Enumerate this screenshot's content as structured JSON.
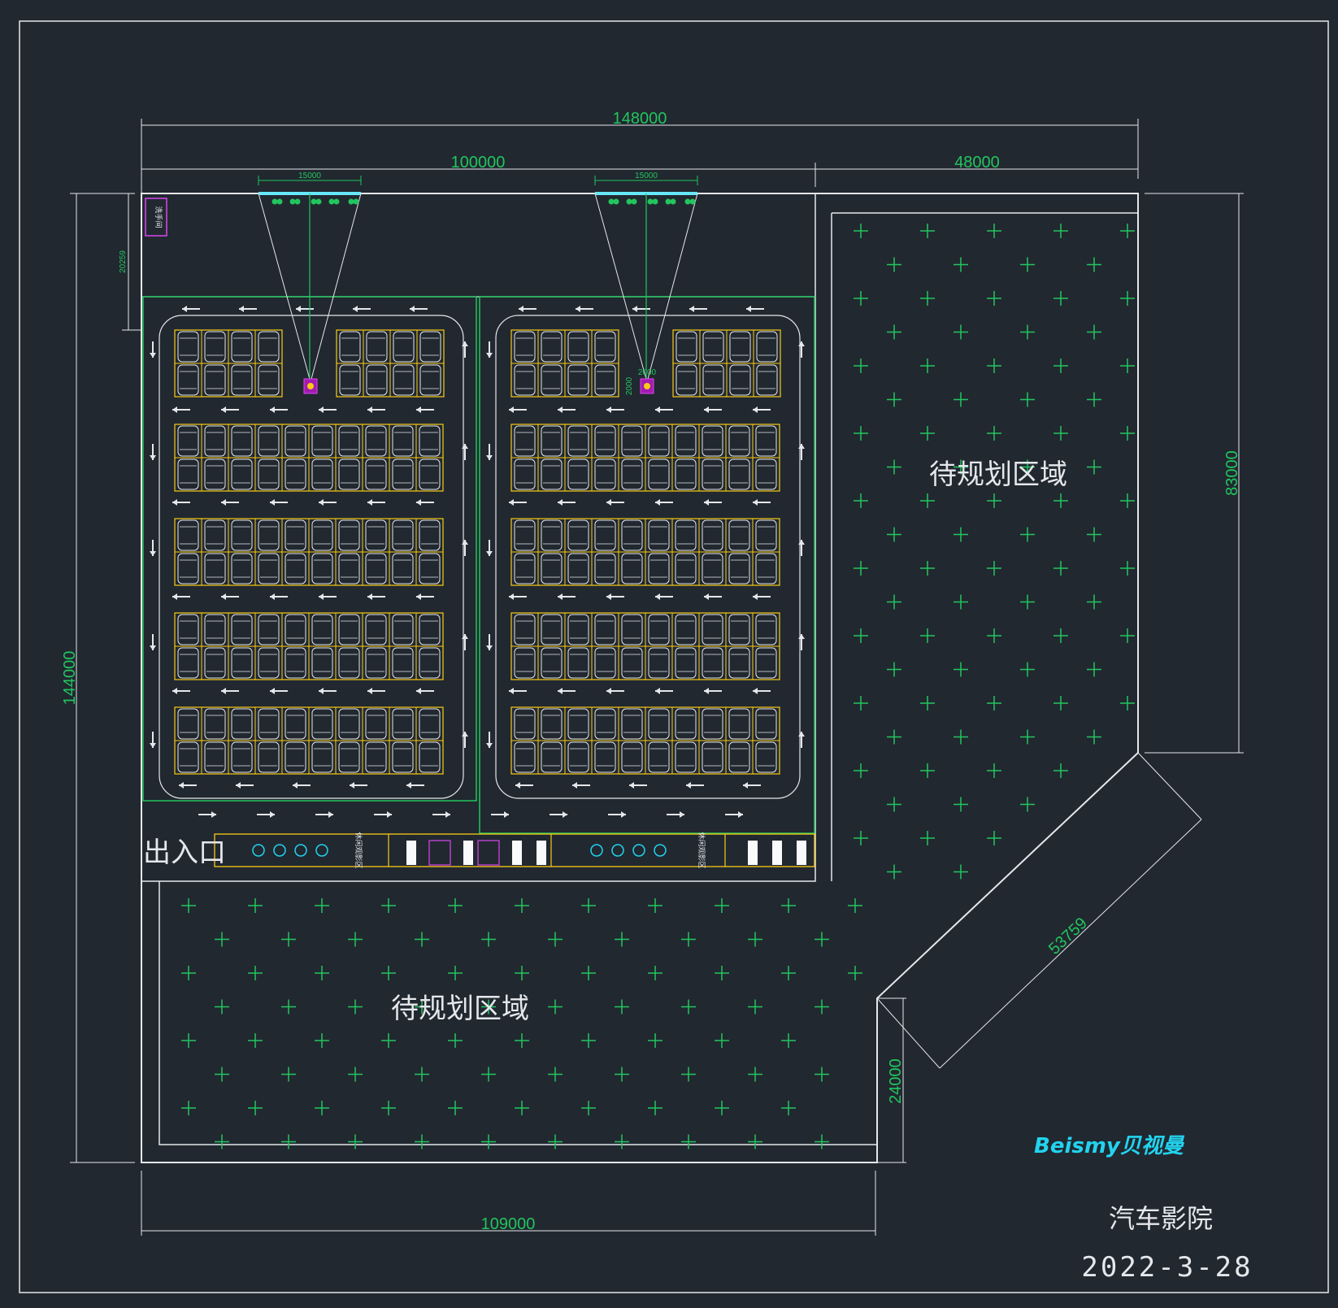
{
  "drawing": {
    "dimensions": {
      "total_width": "148000",
      "left_width": "100000",
      "right_width": "48000",
      "total_height": "144000",
      "right_height": "83000",
      "diagonal": "53759",
      "bottom_step": "24000",
      "bottom_width": "109000",
      "screen_span_1": "15000",
      "screen_span_2": "15000",
      "top_strip": "20259",
      "booth_w": "2000",
      "booth_h": "2000"
    },
    "labels": {
      "zone_right": "待规划区域",
      "zone_bottom": "待规划区域",
      "entrance": "出入口",
      "top_left_box": "洗手间",
      "rest_area_1": "休闲观影区",
      "rest_area_2": "休闲观影区"
    },
    "brand": {
      "text": "Beismy贝视曼"
    },
    "title": "汽车影院",
    "date": "2022-3-28"
  }
}
